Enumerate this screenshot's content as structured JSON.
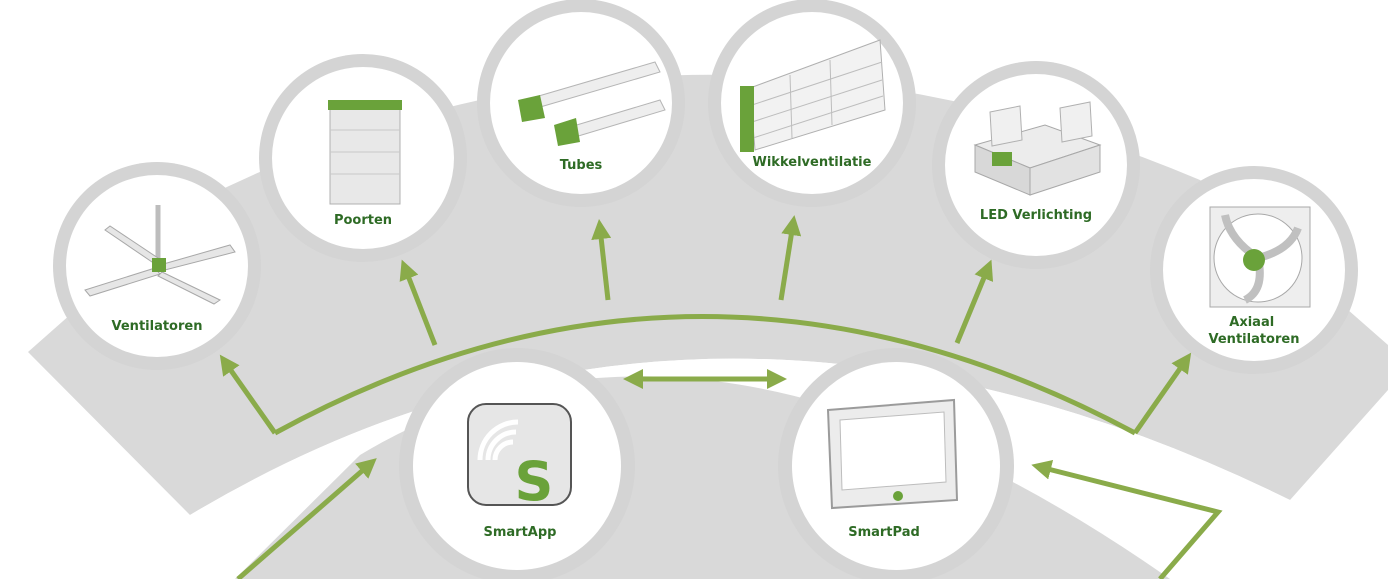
{
  "colors": {
    "band": "#d9d9d9",
    "ring": "#d4d4d4",
    "arrow": "#8aab4a",
    "label": "#2e6b25",
    "accent_green": "#6aa23a",
    "device_gray": "#c8c8c8"
  },
  "devices": [
    {
      "id": "ventilatoren",
      "label": "Ventilatoren",
      "icon": "ceiling-fan-icon"
    },
    {
      "id": "poorten",
      "label": "Poorten",
      "icon": "roller-door-icon"
    },
    {
      "id": "tubes",
      "label": "Tubes",
      "icon": "tubes-icon"
    },
    {
      "id": "wikkel",
      "label": "Wikkelventilatie",
      "icon": "curtain-ventilation-icon"
    },
    {
      "id": "led",
      "label": "LED Verlichting",
      "icon": "led-light-icon"
    },
    {
      "id": "axiaal",
      "label_lines": [
        "Axiaal",
        "Ventilatoren"
      ],
      "icon": "axial-fan-icon"
    }
  ],
  "controllers": [
    {
      "id": "smartapp",
      "label": "SmartApp",
      "icon": "smartapp-icon",
      "icon_letter": "S"
    },
    {
      "id": "smartpad",
      "label": "SmartPad",
      "icon": "tablet-icon"
    }
  ]
}
